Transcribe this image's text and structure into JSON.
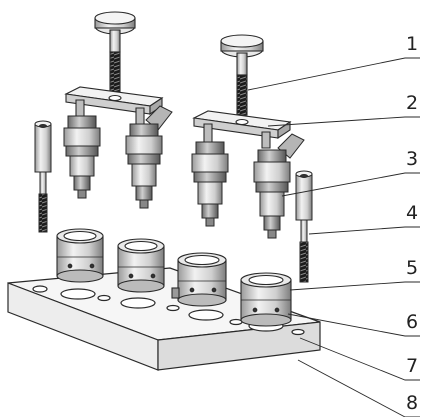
{
  "callouts": {
    "c1": "1",
    "c2": "2",
    "c3": "3",
    "c4": "4",
    "c5": "5",
    "c6": "6",
    "c7": "7",
    "c8": "8"
  },
  "colors": {
    "line": "#2a2a2a",
    "metal_light": "#ececec",
    "metal_mid": "#c8c8c8",
    "metal_dark": "#8a8a8a",
    "thread": "#1c1c1c",
    "block_top": "#f4f4f4",
    "block_side": "#d8d8d8"
  }
}
